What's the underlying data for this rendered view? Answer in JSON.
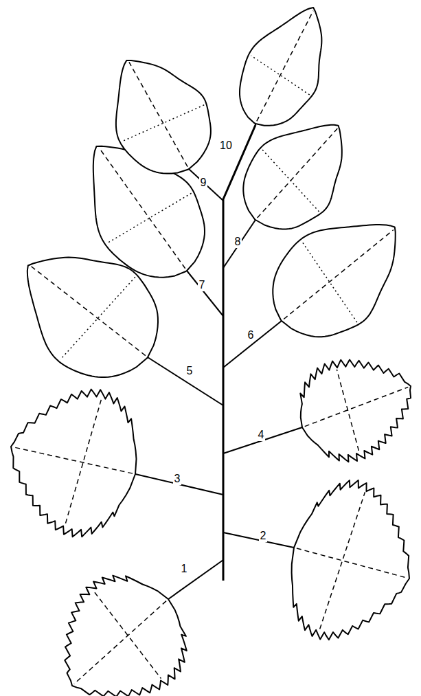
{
  "diagram": {
    "labels": [
      "1",
      "2",
      "3",
      "4",
      "5",
      "6",
      "7",
      "8",
      "9",
      "10"
    ]
  }
}
